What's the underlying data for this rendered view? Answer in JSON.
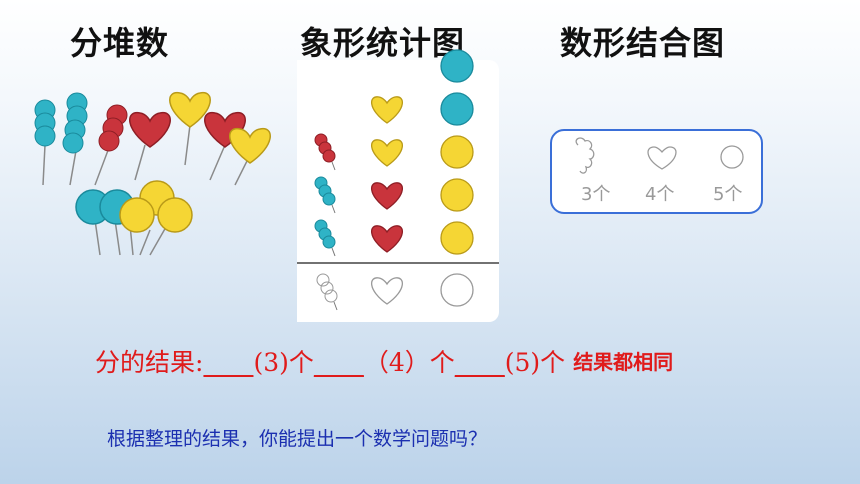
{
  "titles": {
    "piles": "分堆数",
    "pictograph": "象形统计图",
    "combined": "数形结合图"
  },
  "combined_chart": {
    "labels": [
      "3个",
      "4个",
      "5个"
    ]
  },
  "chart_data": {
    "type": "pictograph",
    "categories": [
      "糖葫芦",
      "爱心气球",
      "圆气球"
    ],
    "values": [
      3,
      4,
      5
    ]
  },
  "result": {
    "prefix": "分的结果:",
    "blank1": "____",
    "value1": "(3)个",
    "blank2": "____",
    "value2": "（4）个",
    "blank3": "____",
    "value3": "(5)个",
    "conclusion": "结果都相同"
  },
  "question": "根据整理的结果，你能提出一个数学问题吗？",
  "colors": {
    "teal": "#2fb3c6",
    "red": "#c9343c",
    "yellow": "#f5d634",
    "result_red": "#e01b1b",
    "question_blue": "#1b2fb0",
    "box_border": "#3a6fd8"
  }
}
